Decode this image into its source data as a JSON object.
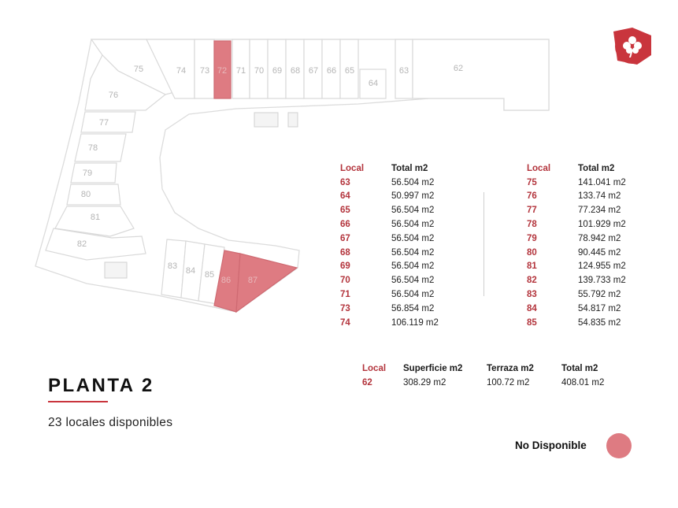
{
  "plan": {
    "units": [
      "75",
      "74",
      "73",
      "72",
      "71",
      "70",
      "69",
      "68",
      "67",
      "66",
      "65",
      "64",
      "63",
      "62",
      "76",
      "77",
      "78",
      "79",
      "80",
      "81",
      "82",
      "83",
      "84",
      "85",
      "86",
      "87"
    ],
    "unavailable": [
      "72",
      "86",
      "87"
    ]
  },
  "title": "PLANTA 2",
  "subtitle": "23 locales disponibles",
  "legend": {
    "label": "No Disponible",
    "color": "#de7b82"
  },
  "accent_color": "#c9353d",
  "logo": {
    "icon": "clover-leaf-icon",
    "color": "#c9353d"
  },
  "table_left": {
    "headers": {
      "local": "Local",
      "total": "Total m2"
    },
    "rows": [
      {
        "local": "63",
        "total": "56.504 m2"
      },
      {
        "local": "64",
        "total": "50.997 m2"
      },
      {
        "local": "65",
        "total": "56.504 m2"
      },
      {
        "local": "66",
        "total": "56.504 m2"
      },
      {
        "local": "67",
        "total": "56.504 m2"
      },
      {
        "local": "68",
        "total": "56.504 m2"
      },
      {
        "local": "69",
        "total": "56.504 m2"
      },
      {
        "local": "70",
        "total": "56.504 m2"
      },
      {
        "local": "71",
        "total": "56.504 m2"
      },
      {
        "local": "73",
        "total": "56.854 m2"
      },
      {
        "local": "74",
        "total": "106.119 m2"
      }
    ]
  },
  "table_right": {
    "headers": {
      "local": "Local",
      "total": "Total m2"
    },
    "rows": [
      {
        "local": "75",
        "total": "141.041 m2"
      },
      {
        "local": "76",
        "total": "133.74 m2"
      },
      {
        "local": "77",
        "total": "77.234 m2"
      },
      {
        "local": "78",
        "total": "101.929 m2"
      },
      {
        "local": "79",
        "total": "78.942 m2"
      },
      {
        "local": "80",
        "total": "90.445 m2"
      },
      {
        "local": "81",
        "total": "124.955 m2"
      },
      {
        "local": "82",
        "total": "139.733 m2"
      },
      {
        "local": "83",
        "total": "55.792 m2"
      },
      {
        "local": "84",
        "total": "54.817 m2"
      },
      {
        "local": "85",
        "total": "54.835 m2"
      }
    ]
  },
  "table_62": {
    "headers": {
      "local": "Local",
      "superficie": "Superficie m2",
      "terraza": "Terraza m2",
      "total": "Total m2"
    },
    "row": {
      "local": "62",
      "superficie": "308.29 m2",
      "terraza": "100.72 m2",
      "total": "408.01 m2"
    }
  }
}
